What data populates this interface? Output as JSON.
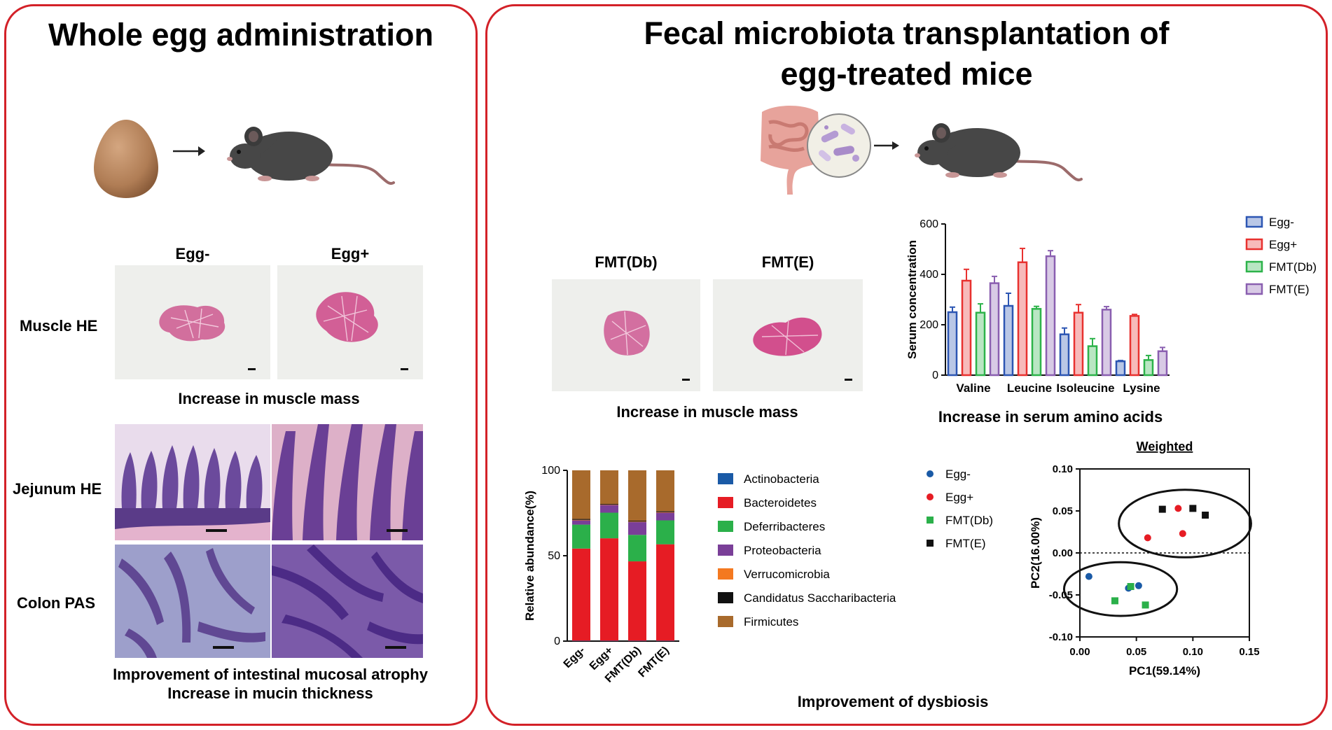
{
  "colors": {
    "border": "#d32128",
    "egg_minus": "#2c56b3",
    "egg_plus": "#e8312f",
    "fmt_db": "#2db34a",
    "fmt_e": "#8a5fb0"
  },
  "left": {
    "title": "Whole egg administration",
    "col_labels": [
      "Egg-",
      "Egg+"
    ],
    "rows": {
      "muscle": "Muscle HE",
      "jejunum": "Jejunum HE",
      "colon": "Colon PAS"
    },
    "caption_muscle": "Increase in muscle mass",
    "caption_mucosa_1": "Improvement of intestinal mucosal atrophy",
    "caption_mucosa_2": "Increase in mucin thickness",
    "icons": [
      "egg-icon",
      "arrow-icon",
      "mouse-icon"
    ]
  },
  "right": {
    "title_1": "Fecal microbiota transplantation of",
    "title_2": "egg-treated mice",
    "fmt_labels": [
      "FMT(Db)",
      "FMT(E)"
    ],
    "caption_muscle": "Increase in muscle mass",
    "caption_serum": "Increase in serum amino acids",
    "caption_dysbiosis": "Improvement of dysbiosis",
    "icons": [
      "intestine-icon",
      "bacteria-icon",
      "arrow-icon",
      "mouse-icon"
    ]
  },
  "chart_data": [
    {
      "type": "bar",
      "title": "",
      "ylabel": "Serum concentration",
      "ylim": [
        0,
        600
      ],
      "yticks": [
        0,
        200,
        400,
        600
      ],
      "categories": [
        "Valine",
        "Leucine",
        "Isoleucine",
        "Lysine"
      ],
      "legend_position": "right",
      "series": [
        {
          "name": "Egg-",
          "color": "#2c56b3",
          "values": [
            250,
            275,
            162,
            55
          ],
          "errors": [
            20,
            50,
            25,
            3
          ]
        },
        {
          "name": "Egg+",
          "color": "#e8312f",
          "values": [
            375,
            448,
            248,
            235
          ],
          "errors": [
            45,
            55,
            32,
            6
          ]
        },
        {
          "name": "FMT(Db)",
          "color": "#2db34a",
          "values": [
            248,
            263,
            115,
            60
          ],
          "errors": [
            35,
            10,
            30,
            18
          ]
        },
        {
          "name": "FMT(E)",
          "color": "#8a5fb0",
          "values": [
            365,
            472,
            260,
            95
          ],
          "errors": [
            27,
            22,
            12,
            15
          ]
        }
      ]
    },
    {
      "type": "bar",
      "stacked": true,
      "title": "",
      "ylabel": "Relative abundance(%)",
      "ylim": [
        0,
        100
      ],
      "yticks": [
        0,
        50,
        100
      ],
      "categories": [
        "Egg-",
        "Egg+",
        "FMT(Db)",
        "FMT(E)"
      ],
      "legend_position": "right",
      "series": [
        {
          "name": "Actinobacteria",
          "color": "#1a5aa6",
          "values": [
            0.2,
            0.2,
            0.2,
            0.2
          ]
        },
        {
          "name": "Bacteroidetes",
          "color": "#e61c24",
          "values": [
            54,
            60,
            46.5,
            56.5
          ]
        },
        {
          "name": "Deferribacteres",
          "color": "#2bb04a",
          "values": [
            14,
            15,
            15.5,
            14
          ]
        },
        {
          "name": "Proteobacteria",
          "color": "#7a3f98",
          "values": [
            2.5,
            4.5,
            7.5,
            4.5
          ]
        },
        {
          "name": "Verrucomicrobia",
          "color": "#f47920",
          "values": [
            0.3,
            0.2,
            0.3,
            0.3
          ]
        },
        {
          "name": "Candidatus Saccharibacteria",
          "color": "#111111",
          "values": [
            0.5,
            0.4,
            0.5,
            0.5
          ]
        },
        {
          "name": "Firmicutes",
          "color": "#a86a2c",
          "values": [
            28.5,
            19.7,
            29.5,
            24
          ]
        }
      ]
    },
    {
      "type": "scatter",
      "title": "Weighted",
      "xlabel": "PC1(59.14%)",
      "ylabel": "PC2(16.00%)",
      "xlim": [
        0,
        0.15
      ],
      "ylim": [
        -0.1,
        0.1
      ],
      "xticks": [
        0.0,
        0.05,
        0.1,
        0.15
      ],
      "yticks": [
        -0.1,
        -0.05,
        0.0,
        0.05,
        0.1
      ],
      "xtick_labels": [
        "0.00",
        "0.05",
        "0.10",
        "0.15"
      ],
      "ytick_labels": [
        "-0.10",
        "-0.05",
        "0.00",
        "0.05",
        "0.10"
      ],
      "legend_position": "left",
      "series": [
        {
          "name": "Egg-",
          "color": "#1a5aa6",
          "marker": "circle",
          "points": [
            [
              0.008,
              -0.028
            ],
            [
              0.043,
              -0.042
            ],
            [
              0.052,
              -0.039
            ]
          ]
        },
        {
          "name": "Egg+",
          "color": "#e61c24",
          "marker": "circle",
          "points": [
            [
              0.087,
              0.053
            ],
            [
              0.06,
              0.018
            ],
            [
              0.091,
              0.023
            ]
          ]
        },
        {
          "name": "FMT(Db)",
          "color": "#2bb04a",
          "marker": "square",
          "points": [
            [
              0.031,
              -0.057
            ],
            [
              0.045,
              -0.04
            ],
            [
              0.058,
              -0.062
            ]
          ]
        },
        {
          "name": "FMT(E)",
          "color": "#111111",
          "marker": "square",
          "points": [
            [
              0.073,
              0.052
            ],
            [
              0.1,
              0.053
            ],
            [
              0.111,
              0.045
            ]
          ]
        }
      ]
    }
  ]
}
